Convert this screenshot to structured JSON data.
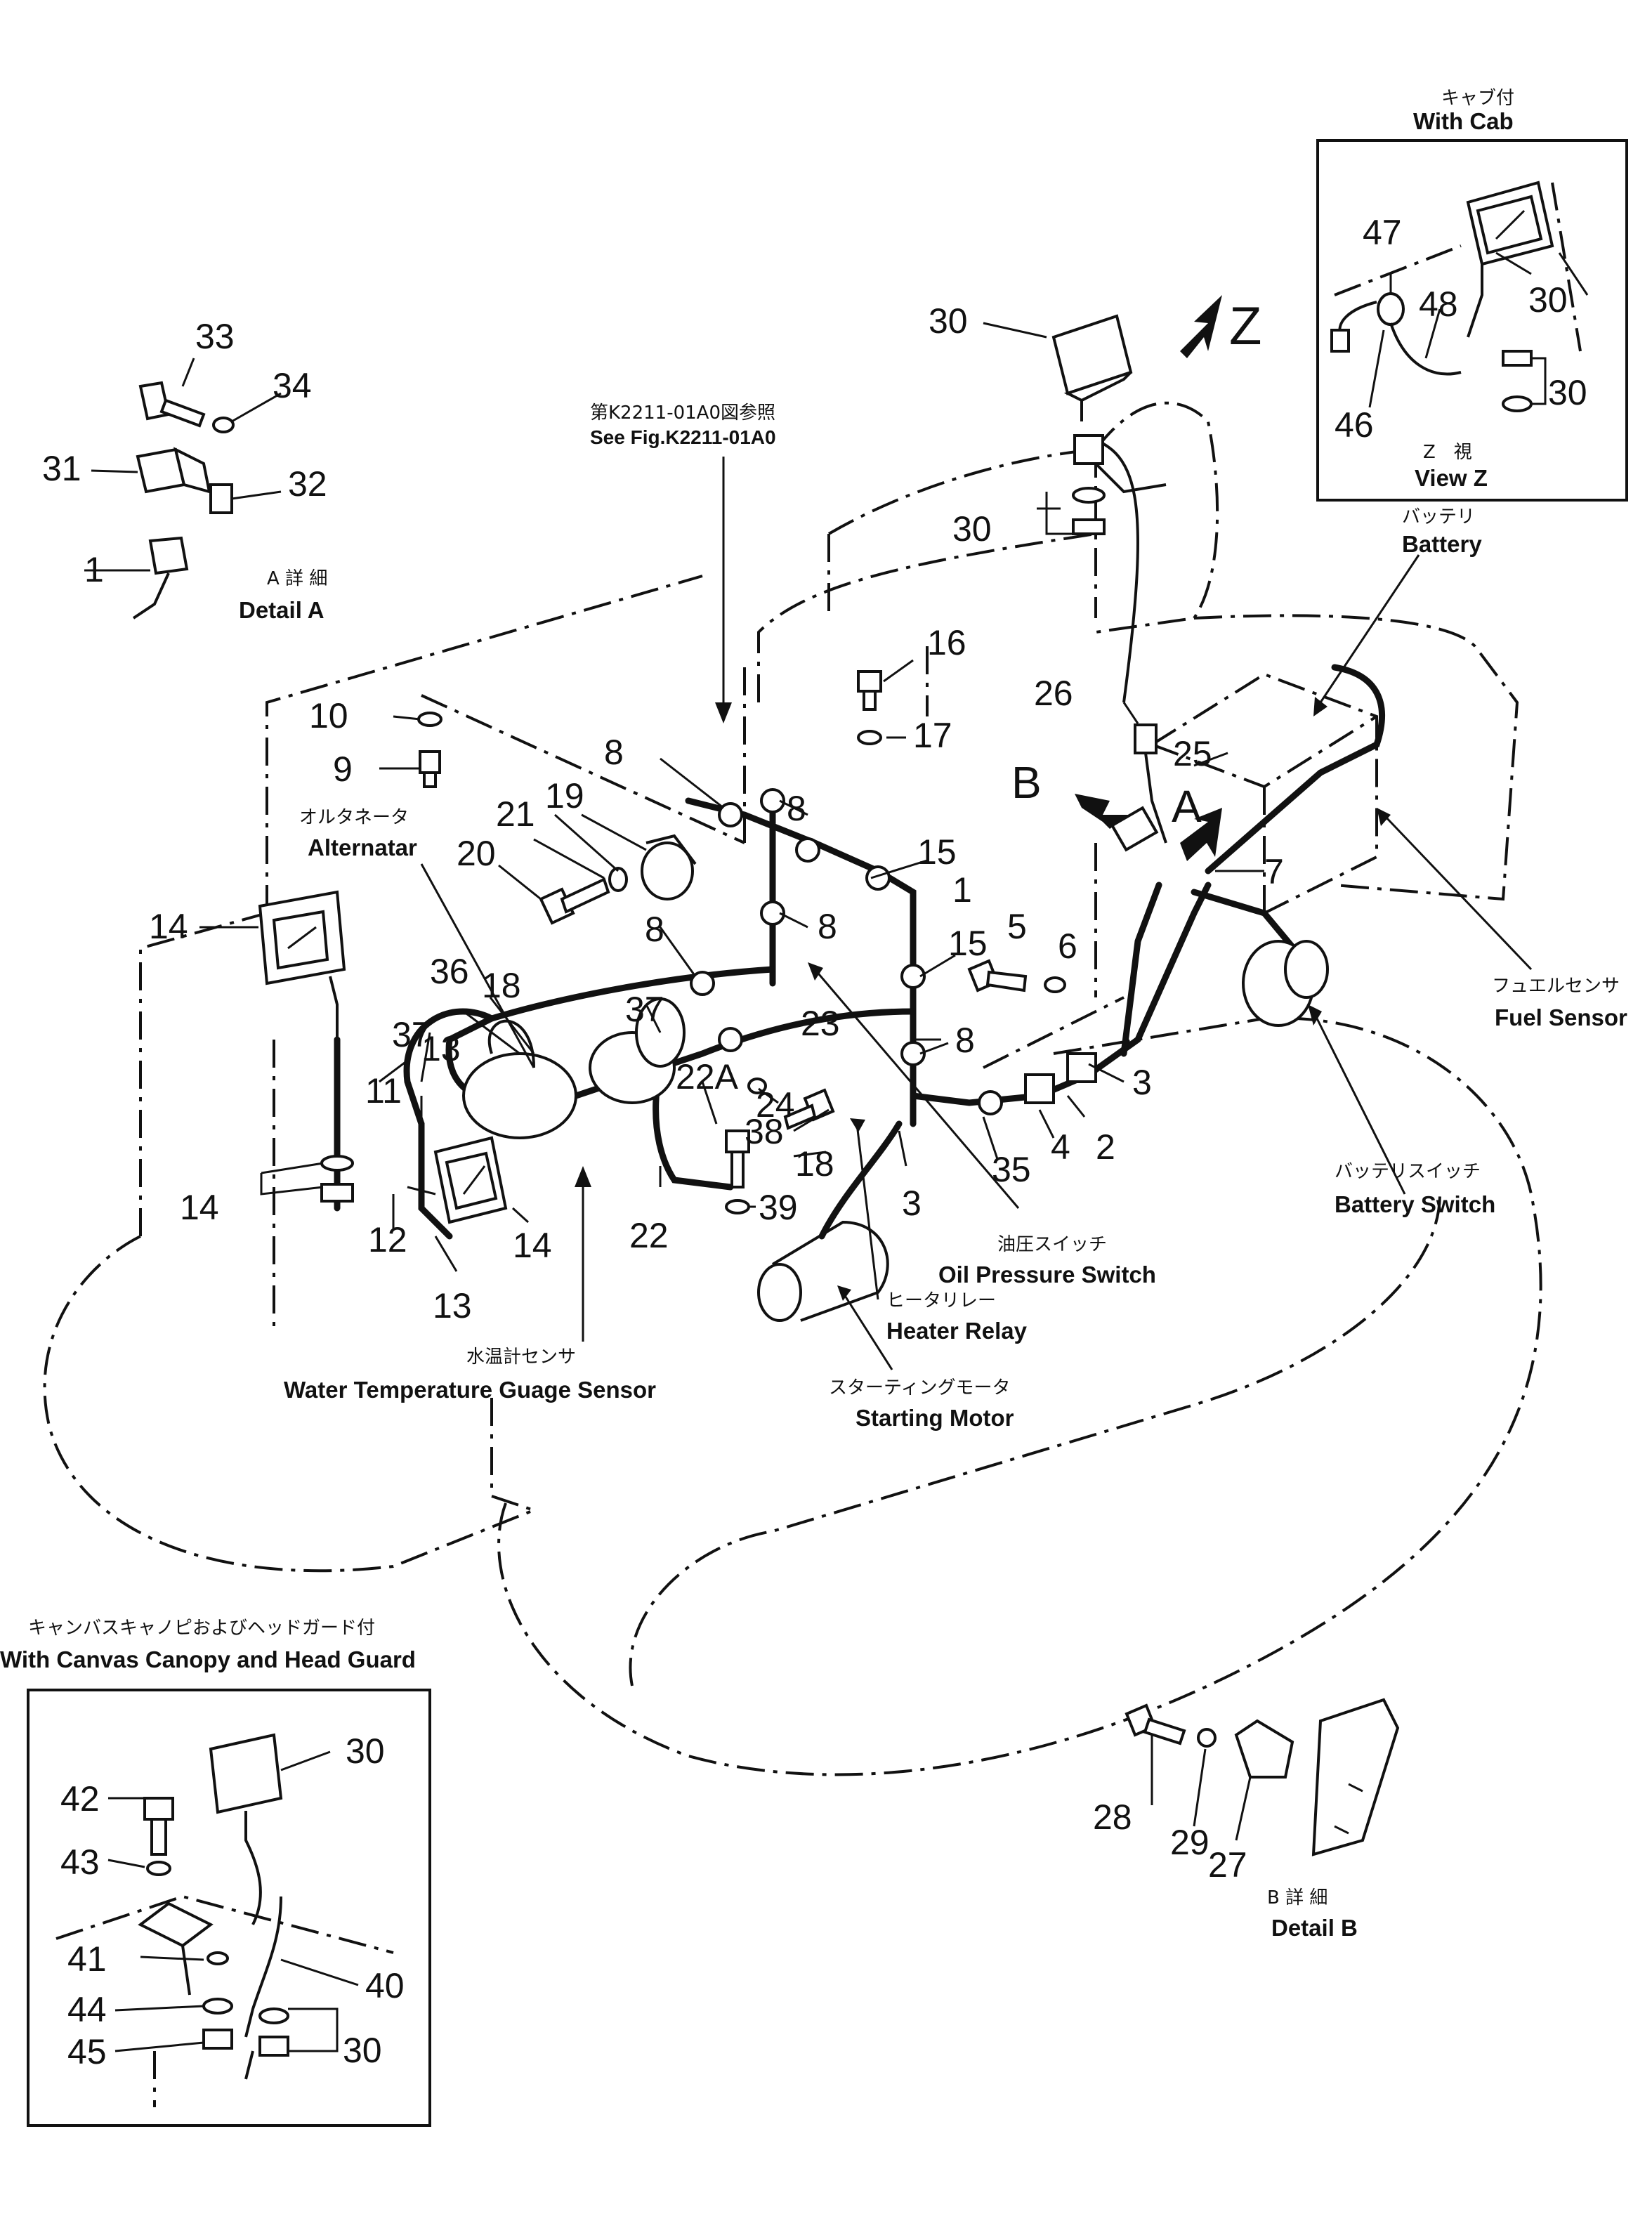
{
  "callouts": {
    "c1a": "1",
    "c1b": "1",
    "c2": "2",
    "c3a": "3",
    "c3b": "3",
    "c4": "4",
    "c5": "5",
    "c6": "6",
    "c7": "7",
    "c8a": "8",
    "c8b": "8",
    "c8c": "8",
    "c8d": "8",
    "c8e": "8",
    "c9": "9",
    "c10": "10",
    "c11": "11",
    "c12": "12",
    "c13a": "13",
    "c13b": "13",
    "c14a": "14",
    "c14b": "14",
    "c14c": "14",
    "c15a": "15",
    "c15b": "15",
    "c16": "16",
    "c17": "17",
    "c18a": "18",
    "c18b": "18",
    "c19": "19",
    "c20": "20",
    "c21": "21",
    "c22": "22",
    "c22A": "22A",
    "c23": "23",
    "c24": "24",
    "c25": "25",
    "c26": "26",
    "c27": "27",
    "c28": "28",
    "c29": "29",
    "c30a": "30",
    "c30b": "30",
    "c30c": "30",
    "c30d": "30",
    "c30e": "30",
    "c30f": "30",
    "c31": "31",
    "c32": "32",
    "c33": "33",
    "c34": "34",
    "c35": "35",
    "c36": "36",
    "c37a": "37",
    "c37b": "37",
    "c38": "38",
    "c39": "39",
    "c40": "40",
    "c41": "41",
    "c42": "42",
    "c43": "43",
    "c44": "44",
    "c45": "45",
    "c46": "46",
    "c47": "47",
    "c48": "48"
  },
  "arrows": {
    "z": "Z",
    "a": "A",
    "b": "B"
  },
  "labels": {
    "detail_a_jp": "A 詳 細",
    "detail_a_en": "Detail A",
    "detail_b_jp": "B 詳 細",
    "detail_b_en": "Detail B",
    "see_fig_jp": "第K2211-01A0図参照",
    "see_fig_en": "See Fig.K2211-01A0",
    "with_cab_jp": "キャブ付",
    "with_cab_en": "With Cab",
    "view_z_jp": "Z　視",
    "view_z_en": "View Z",
    "battery_jp": "バッテリ",
    "battery_en": "Battery",
    "alternator_jp": "オルタネータ",
    "alternator_en": "Alternatar",
    "fuel_sensor_jp": "フュエルセンサ",
    "fuel_sensor_en": "Fuel Sensor",
    "battery_switch_jp": "バッテリスイッチ",
    "battery_switch_en": "Battery Switch",
    "oil_pressure_jp": "油圧スイッチ",
    "oil_pressure_en": "Oil Pressure Switch",
    "heater_relay_jp": "ヒータリレー",
    "heater_relay_en": "Heater Relay",
    "starting_motor_jp": "スターティングモータ",
    "starting_motor_en": "Starting Motor",
    "water_temp_jp": "水温計センサ",
    "water_temp_en": "Water Temperature Guage Sensor",
    "canopy_jp": "キャンバスキャノピおよびヘッドガード付",
    "canopy_en": "With Canvas Canopy and Head Guard"
  }
}
